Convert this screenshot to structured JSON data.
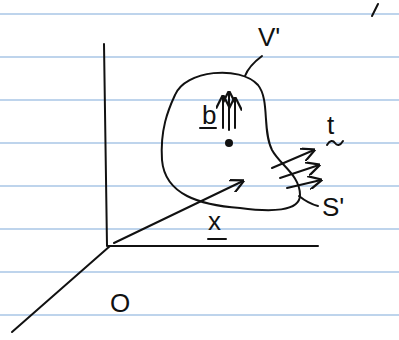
{
  "diagram": {
    "labels": [
      "V'",
      "b",
      "t",
      "x",
      "S'",
      "O"
    ]
  }
}
